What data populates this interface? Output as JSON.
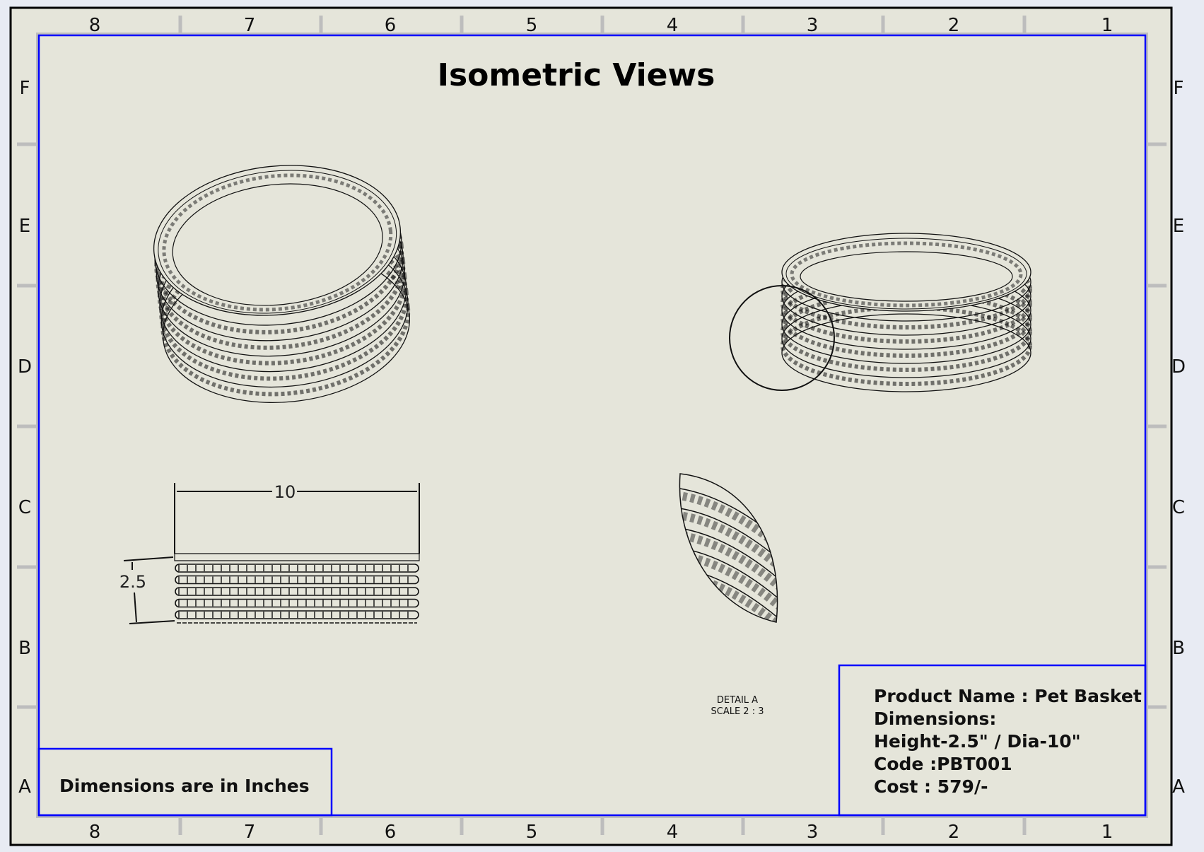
{
  "sheet": {
    "title": "Isometric Views",
    "columns": [
      "8",
      "7",
      "6",
      "5",
      "4",
      "3",
      "2",
      "1"
    ],
    "rows": [
      "F",
      "E",
      "D",
      "C",
      "B",
      "A"
    ],
    "border_color": "#0000ff",
    "paper_color": "#e5e5da"
  },
  "front_view": {
    "width_dim": "10",
    "height_dim": "2.5"
  },
  "detail": {
    "label": "DETAIL A",
    "scale": "SCALE 2 : 3"
  },
  "note": {
    "text": "Dimensions are in Inches"
  },
  "title_block": {
    "product_name": "Product Name : Pet Basket",
    "dimensions_label": "Dimensions:",
    "dimensions_value": "Height-2.5\" / Dia-10\"",
    "code": "Code :PBT001",
    "cost": "Cost : 579/-"
  }
}
